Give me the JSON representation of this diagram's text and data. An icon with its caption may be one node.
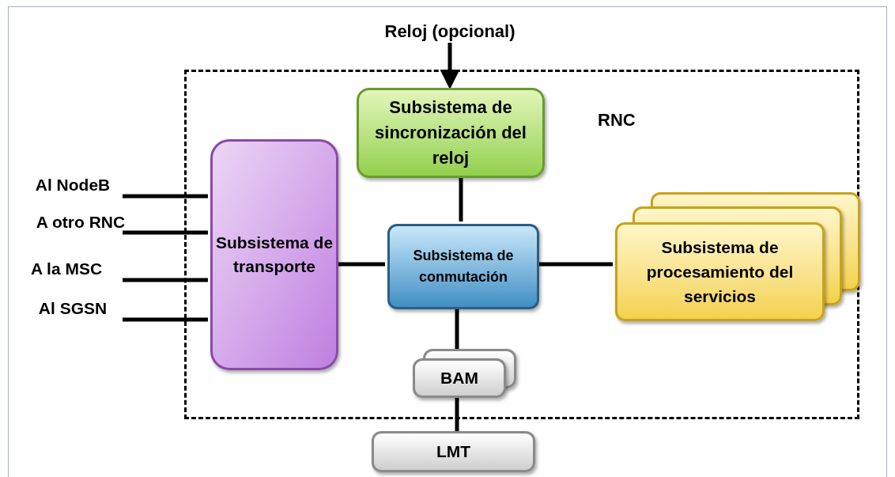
{
  "diagram": {
    "nodes": [
      {
        "text": [
          "RNC"
        ]
      },
      {
        "text": [
          "Reloj (opcional)"
        ]
      },
      {
        "text": [
          "Subsistema de sincronización del reloj"
        ],
        "in": 0
      },
      {
        "text": [
          "Al NodeB"
        ]
      },
      {
        "text": [
          "A otro RNC"
        ]
      },
      {
        "text": [
          "A la MSC"
        ]
      },
      {
        "text": [
          "Al SGSN"
        ]
      },
      {
        "text": [
          "Subsistema de transporte"
        ],
        "in": 0
      },
      {
        "text": [
          "Subsistema de conmutación"
        ],
        "in": 0
      },
      {
        "text": [
          "Subsistema de procesamiento del servicios"
        ],
        "in": 0
      },
      {
        "text": [
          "BAM"
        ],
        "in": 0
      },
      {
        "text": [
          "LMT"
        ]
      }
    ],
    "edges": [
      {
        "from": 1,
        "to": 2,
        "arrow": "to"
      },
      {
        "from": 3,
        "to": 7,
        "arrow": "none"
      },
      {
        "from": 4,
        "to": 7,
        "arrow": "none"
      },
      {
        "from": 5,
        "to": 7,
        "arrow": "none"
      },
      {
        "from": 6,
        "to": 7,
        "arrow": "none"
      },
      {
        "from": 2,
        "to": 8,
        "arrow": "none"
      },
      {
        "from": 7,
        "to": 8,
        "arrow": "none"
      },
      {
        "from": 8,
        "to": 9,
        "arrow": "none"
      },
      {
        "from": 8,
        "to": 10,
        "arrow": "none"
      },
      {
        "from": 10,
        "to": 11,
        "arrow": "none"
      }
    ]
  }
}
